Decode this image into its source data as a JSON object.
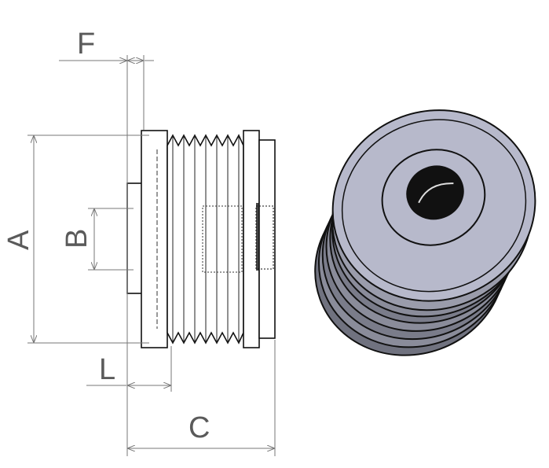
{
  "diagram": {
    "labels": {
      "A": "A",
      "B": "B",
      "C": "C",
      "F": "F",
      "L": "L"
    },
    "colors": {
      "face": "#b7b9cb",
      "side": "#70727f",
      "outline": "#111111",
      "dimension": "#777777"
    }
  }
}
